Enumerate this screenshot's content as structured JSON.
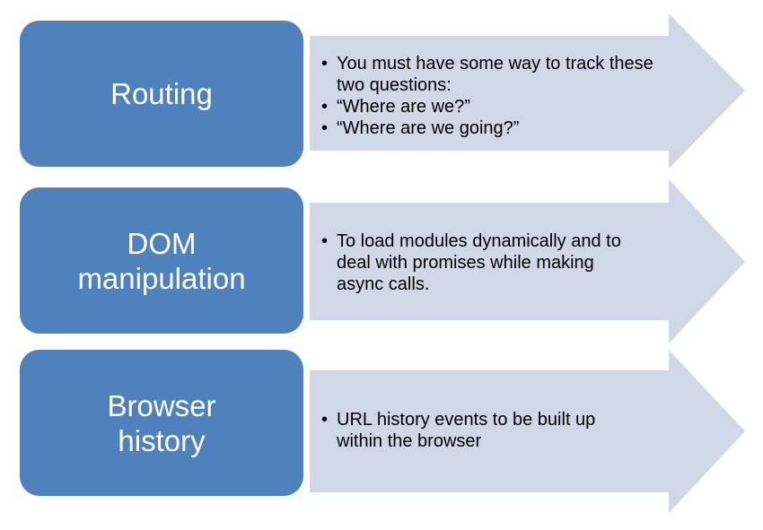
{
  "colors": {
    "box": "#4F81BD",
    "arrow": "#D0D8E8"
  },
  "rows": [
    {
      "title": "Routing",
      "bullets": [
        {
          "text": "You must have some way to track these two questions:",
          "level": 1
        },
        {
          "text": "“Where are we?”",
          "level": 2
        },
        {
          "text": "“Where are we going?”",
          "level": 2
        }
      ]
    },
    {
      "title": "DOM\nmanipulation",
      "bullets": [
        {
          "text": "To load modules dynamically and to deal with promises while making async calls.",
          "level": 1
        }
      ]
    },
    {
      "title": "Browser\nhistory",
      "bullets": [
        {
          "text": "URL history events to be built up within the browser",
          "level": 1
        }
      ]
    }
  ]
}
